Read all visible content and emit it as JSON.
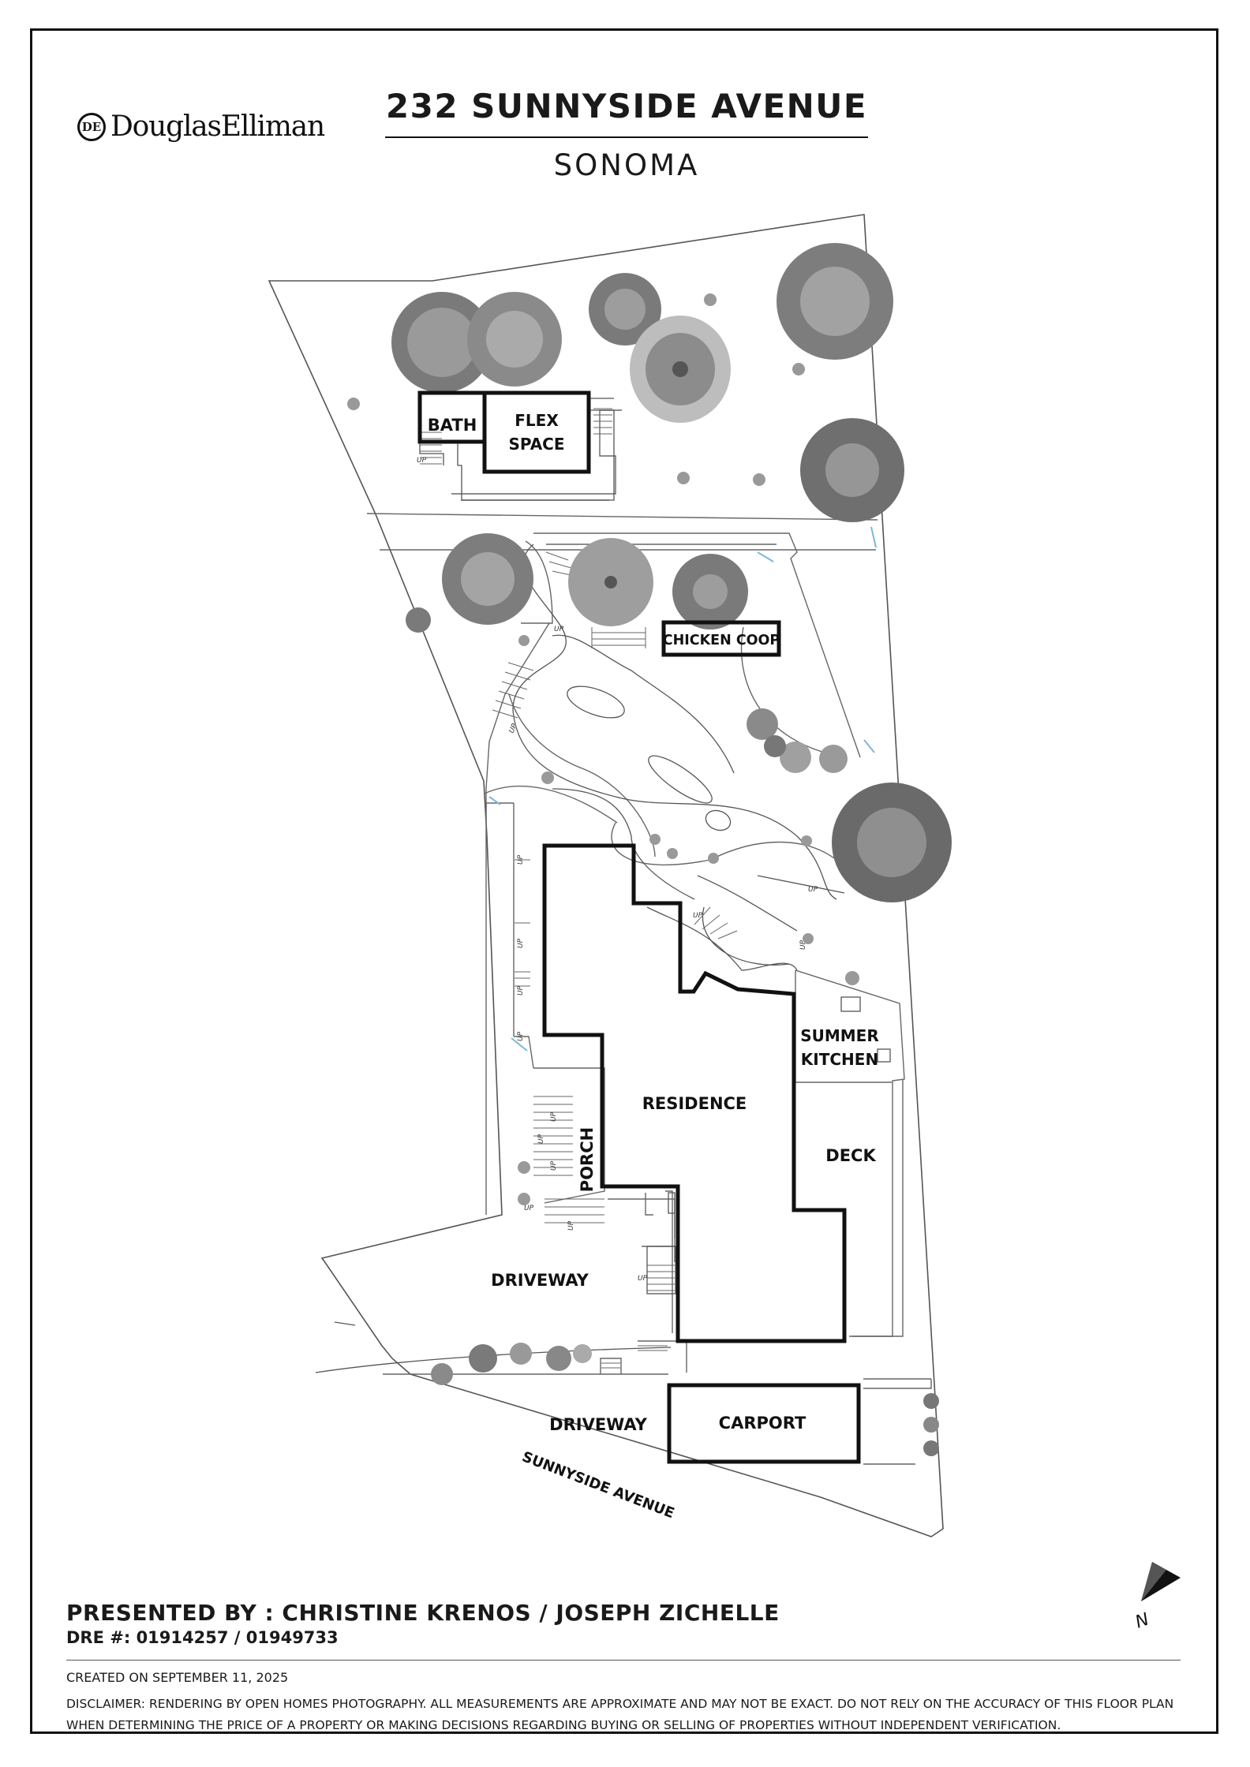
{
  "header": {
    "logo_text": "DouglasElliman",
    "logo_mark": "DE",
    "title": "232 SUNNYSIDE AVENUE",
    "subtitle": "SONOMA"
  },
  "plan": {
    "rooms": {
      "bath": "BATH",
      "flex_1": "FLEX",
      "flex_2": "SPACE",
      "chicken_coop": "CHICKEN COOP",
      "residence": "RESIDENCE",
      "summer_1": "SUMMER",
      "summer_2": "KITCHEN",
      "deck": "DECK",
      "porch": "PORCH",
      "driveway_upper": "DRIVEWAY",
      "driveway_lower": "DRIVEWAY",
      "carport": "CARPORT"
    },
    "street": "SUNNYSIDE AVENUE",
    "up_label": "UP",
    "north_label": "N"
  },
  "footer": {
    "presented": "PRESENTED BY :  CHRISTINE KRENOS / JOSEPH ZICHELLE",
    "dre": "DRE #: 01914257 / 01949733",
    "created": "CREATED ON SEPTEMBER 11, 2025",
    "disclaimer": "DISCLAIMER: RENDERING BY OPEN HOMES PHOTOGRAPHY. ALL MEASUREMENTS ARE APPROXIMATE AND MAY NOT BE EXACT. DO NOT RELY ON THE ACCURACY OF THIS FLOOR PLAN WHEN DETERMINING THE PRICE OF A PROPERTY OR MAKING DECISIONS REGARDING BUYING OR SELLING OF PROPERTIES WITHOUT INDEPENDENT VERIFICATION."
  },
  "colors": {
    "wall": "#111111",
    "line": "#555555",
    "tree_dark": "#6e6e6e",
    "tree_mid": "#9a9a9a",
    "tree_light": "#c4c4c4",
    "glass": "#7fb7d6"
  },
  "icons": [
    "north-arrow-icon",
    "tree-icon",
    "shrub-icon"
  ]
}
